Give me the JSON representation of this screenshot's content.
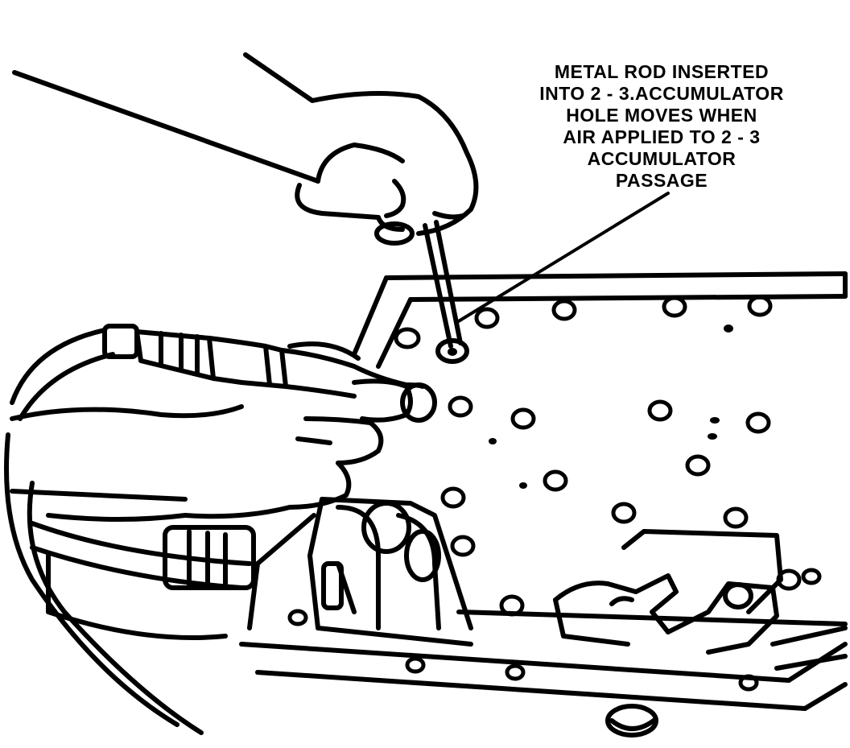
{
  "callout": {
    "lines": [
      "METAL ROD INSERTED",
      "INTO 2 - 3.ACCUMULATOR",
      "HOLE MOVES WHEN",
      "AIR APPLIED TO 2 - 3",
      "ACCUMULATOR",
      "PASSAGE"
    ]
  },
  "colors": {
    "ink": "#000000",
    "paper": "#ffffff"
  }
}
